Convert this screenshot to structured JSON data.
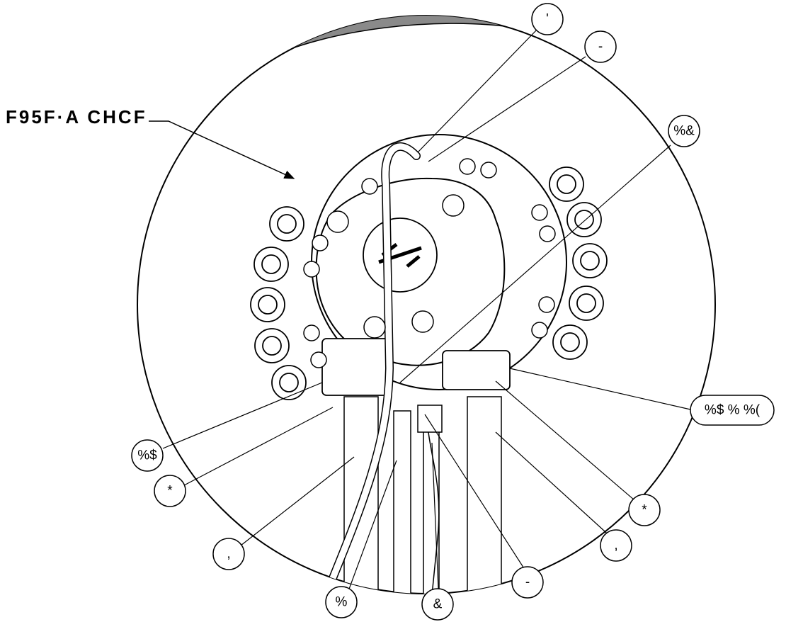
{
  "view_label": "F95F·A CHCF",
  "callouts": [
    {
      "id": "c-top-1",
      "label": "'"
    },
    {
      "id": "c-top-2",
      "label": "-"
    },
    {
      "id": "c-right-upper",
      "label": "%&"
    },
    {
      "id": "c-right-mid",
      "label": "%$ % %("
    },
    {
      "id": "c-left-upper",
      "label": "%$"
    },
    {
      "id": "c-left-lower",
      "label": "*"
    },
    {
      "id": "c-right-lower",
      "label": "*"
    },
    {
      "id": "c-bottom-left",
      "label": ","
    },
    {
      "id": "c-bottom-right",
      "label": ","
    },
    {
      "id": "c-bottom-center",
      "label": "-"
    },
    {
      "id": "c-bottom-1",
      "label": "%"
    },
    {
      "id": "c-bottom-2",
      "label": "&"
    }
  ],
  "colors": {
    "line": "#000000",
    "part_fill": "#ffffff",
    "shade": "#8a8a8a"
  }
}
